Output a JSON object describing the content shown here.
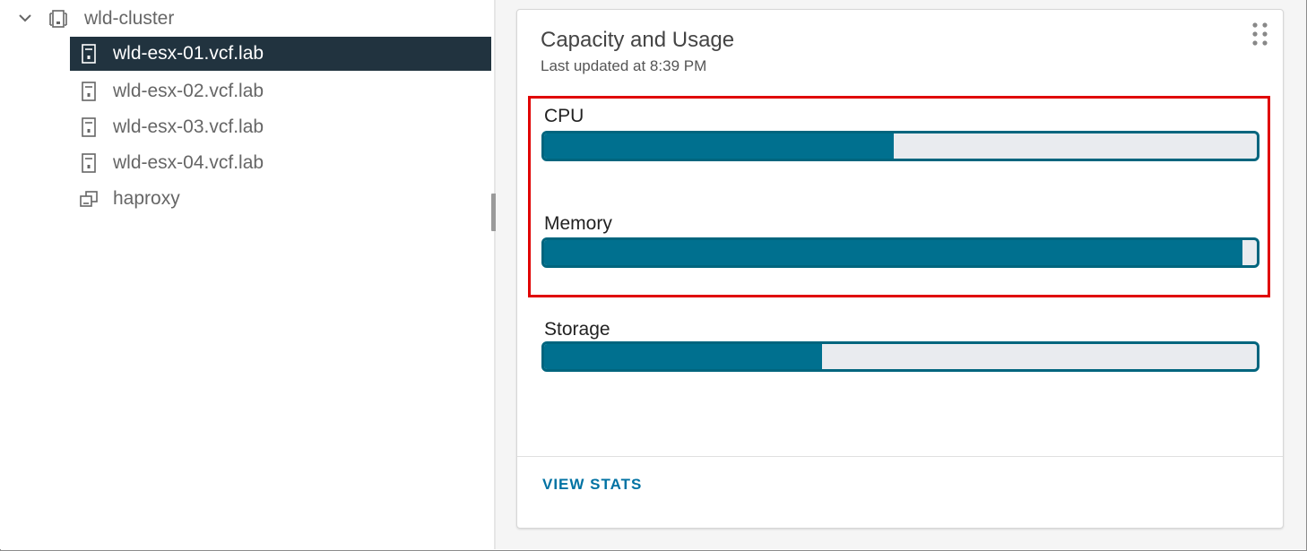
{
  "tree": {
    "cluster": {
      "label": "wld-cluster",
      "expanded": true
    },
    "items": [
      {
        "label": "wld-esx-01.vcf.lab",
        "icon": "host-icon",
        "selected": true
      },
      {
        "label": "wld-esx-02.vcf.lab",
        "icon": "host-icon",
        "selected": false
      },
      {
        "label": "wld-esx-03.vcf.lab",
        "icon": "host-icon",
        "selected": false
      },
      {
        "label": "wld-esx-04.vcf.lab",
        "icon": "host-icon",
        "selected": false
      },
      {
        "label": "haproxy",
        "icon": "vm-icon",
        "selected": false
      }
    ]
  },
  "card": {
    "title": "Capacity and Usage",
    "subtitle": "Last updated at 8:39 PM",
    "view_stats": "VIEW STATS",
    "metrics": [
      {
        "label": "CPU",
        "fill_fraction": 0.49
      },
      {
        "label": "Memory",
        "fill_fraction": 0.98
      },
      {
        "label": "Storage",
        "fill_fraction": 0.39
      }
    ]
  },
  "colors": {
    "selected_row": "#21333f",
    "bar_fill": "#00708f",
    "bar_border": "#00657e",
    "bar_track": "#e9ebef",
    "link": "#0072a3",
    "highlight": "#e00000"
  }
}
